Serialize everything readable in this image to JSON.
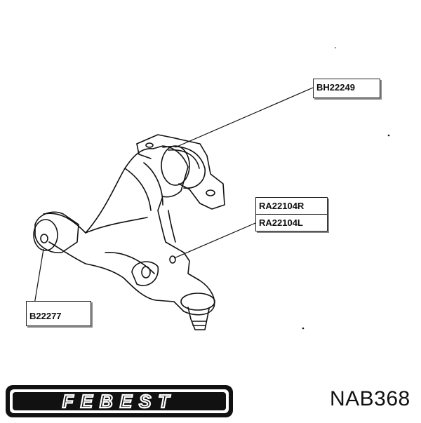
{
  "labels": {
    "bh": "BH22249",
    "ra_r": "RA22104R",
    "ra_l": "RA22104L",
    "b": "B22277"
  },
  "logo": {
    "text": "FEBEST"
  },
  "part_number": "NAB368",
  "colors": {
    "ink": "#111111",
    "background": "#ffffff"
  }
}
